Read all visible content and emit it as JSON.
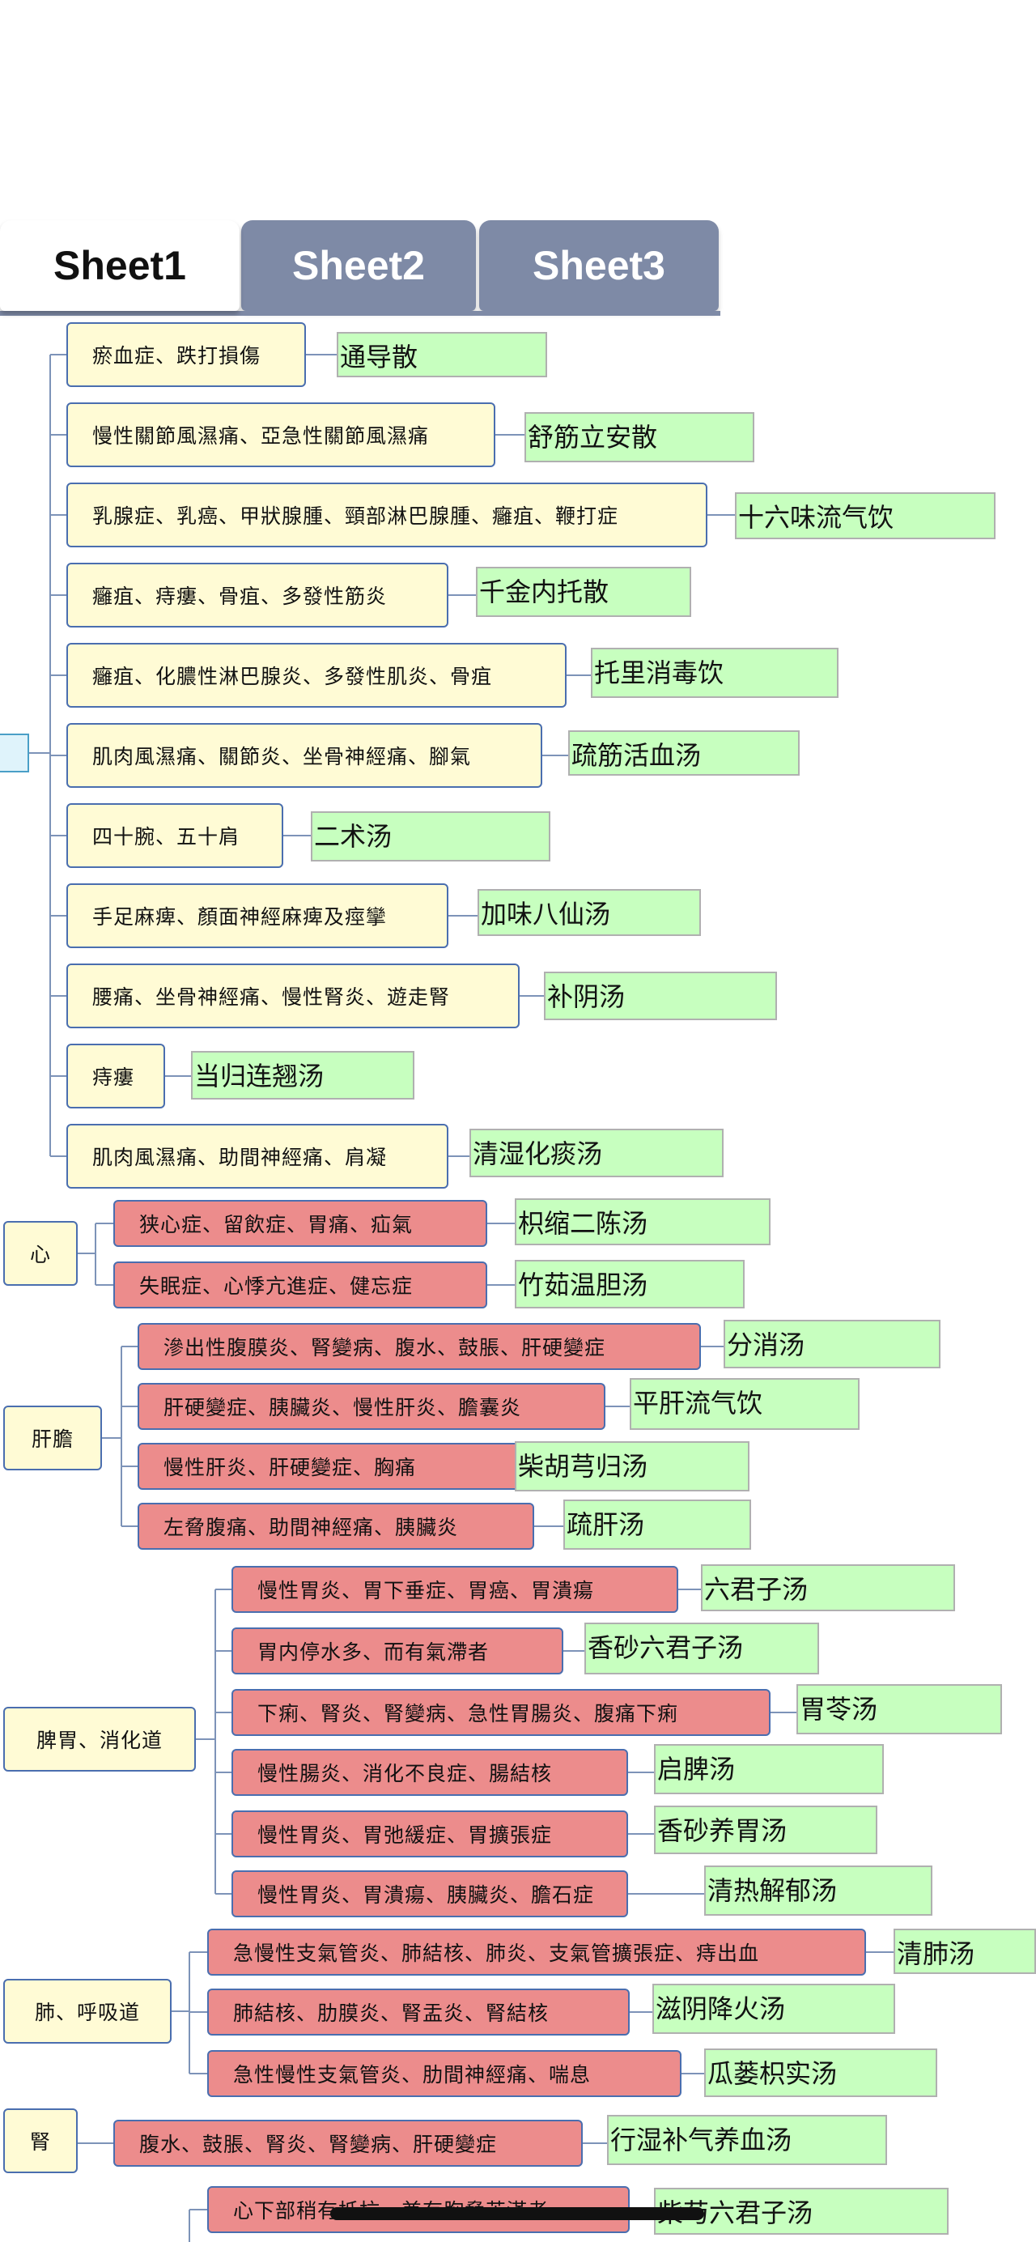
{
  "tabs": [
    {
      "label": "Sheet1",
      "active": true
    },
    {
      "label": "Sheet2",
      "active": false
    },
    {
      "label": "Sheet3",
      "active": false
    }
  ],
  "colors": {
    "condition_box": "#fffbd5",
    "symptom_box": "#ec8c8c",
    "remedy_box": "#c7ffbf",
    "border": "#4a6eaf",
    "tab_inactive": "#7e8aa6"
  },
  "conditions": [
    {
      "text": "瘀血症、跌打損傷",
      "remedy": "通导散"
    },
    {
      "text": "慢性關節風濕痛、亞急性關節風濕痛",
      "remedy": "舒筋立安散"
    },
    {
      "text": "乳腺症、乳癌、甲狀腺腫、頸部淋巴腺腫、癰疽、鞭打症",
      "remedy": "十六味流气饮"
    },
    {
      "text": "癰疽、痔瘻、骨疽、多發性筋炎",
      "remedy": "千金内托散"
    },
    {
      "text": "癰疽、化膿性淋巴腺炎、多發性肌炎、骨疽",
      "remedy": "托里消毒饮"
    },
    {
      "text": "肌肉風濕痛、關節炎、坐骨神經痛、腳氣",
      "remedy": "疏筋活血汤"
    },
    {
      "text": "四十腕、五十肩",
      "remedy": "二术汤"
    },
    {
      "text": "手足麻痺、顏面神經麻痺及痙攣",
      "remedy": "加味八仙汤"
    },
    {
      "text": "腰痛、坐骨神經痛、慢性腎炎、遊走腎",
      "remedy": "补阴汤"
    },
    {
      "text": "痔瘻",
      "remedy": "当归连翘汤"
    },
    {
      "text": "肌肉風濕痛、助間神經痛、肩凝",
      "remedy": "清湿化痰汤"
    }
  ],
  "categories": [
    {
      "label": "心",
      "items": [
        {
          "text": "狭心症、留飲症、胃痛、疝氣",
          "remedy": "枳缩二陈汤"
        },
        {
          "text": "失眠症、心悸亢進症、健忘症",
          "remedy": "竹茹温胆汤"
        }
      ]
    },
    {
      "label": "肝膽",
      "items": [
        {
          "text": "滲出性腹膜炎、腎變病、腹水、鼓脹、肝硬變症",
          "remedy": "分消汤"
        },
        {
          "text": "肝硬變症、胰臟炎、慢性肝炎、膽囊炎",
          "remedy": "平肝流气饮"
        },
        {
          "text": "慢性肝炎、肝硬變症、胸痛",
          "remedy": "柴胡芎归汤"
        },
        {
          "text": "左脅腹痛、助間神經痛、胰臟炎",
          "remedy": "疏肝汤"
        }
      ]
    },
    {
      "label": "脾胃、消化道",
      "items": [
        {
          "text": "慢性胃炎、胃下垂症、胃癌、胃潰瘍",
          "remedy": "六君子汤"
        },
        {
          "text": "胃内停水多、而有氣滯者",
          "remedy": "香砂六君子汤"
        },
        {
          "text": "下痢、腎炎、腎變病、急性胃腸炎、腹痛下痢",
          "remedy": "胃苓汤"
        },
        {
          "text": "慢性腸炎、消化不良症、腸結核",
          "remedy": "启脾汤"
        },
        {
          "text": "慢性胃炎、胃弛緩症、胃擴張症",
          "remedy": "香砂养胃汤"
        },
        {
          "text": "慢性胃炎、胃潰瘍、胰臟炎、膽石症",
          "remedy": "清热解郁汤"
        }
      ]
    },
    {
      "label": "肺、呼吸道",
      "items": [
        {
          "text": "急慢性支氣管炎、肺結核、肺炎、支氣管擴張症、痔出血",
          "remedy": "清肺汤"
        },
        {
          "text": "肺結核、肋膜炎、腎盂炎、腎結核",
          "remedy": "滋阴降火汤"
        },
        {
          "text": "急性慢性支氣管炎、肋間神經痛、喘息",
          "remedy": "瓜蒌枳实汤"
        }
      ]
    },
    {
      "label": "腎",
      "items": [
        {
          "text": "腹水、鼓脹、腎炎、腎變病、肝硬變症",
          "remedy": "行湿补气养血汤"
        }
      ]
    }
  ],
  "partial_row": {
    "text": "心下部稍有抵抗，兼有胸脅苦滿者",
    "remedy": "柴芍六君子汤"
  }
}
